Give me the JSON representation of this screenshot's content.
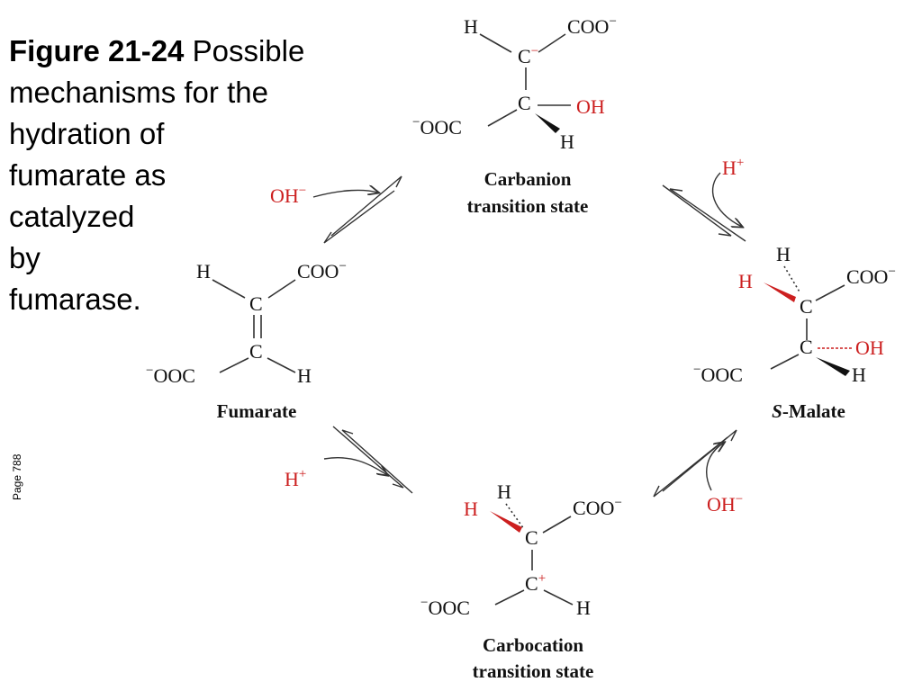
{
  "caption": {
    "figure_number": "Figure 21-24",
    "lines": [
      "Possible",
      "mechanisms for the",
      "hydration of",
      "fumarate as",
      "catalyzed",
      "by",
      "fumarase."
    ]
  },
  "page_label": "Page 788",
  "reagents": {
    "oh": "OH",
    "h": "H",
    "minus": "−",
    "plus": "+"
  },
  "molecules": {
    "carbanion": {
      "name_line1": "Carbanion",
      "name_line2": "transition state",
      "atoms": {
        "h_top": "H",
        "coo": "COO",
        "c1": "C",
        "c2": "C",
        "oh": "OH",
        "ooc": "OOC",
        "h_bottom": "H"
      }
    },
    "fumarate": {
      "name": "Fumarate",
      "atoms": {
        "h_top": "H",
        "coo": "COO",
        "c1": "C",
        "c2": "C",
        "ooc": "OOC",
        "h_bottom": "H"
      }
    },
    "malate": {
      "name_prefix": "S",
      "name_suffix": "-Malate",
      "atoms": {
        "h_top": "H",
        "h_red": "H",
        "coo": "COO",
        "c1": "C",
        "c2": "C",
        "oh": "OH",
        "ooc": "OOC",
        "h_bottom": "H"
      }
    },
    "carbocation": {
      "name_line1": "Carbocation",
      "name_line2": "transition state",
      "atoms": {
        "h_top": "H",
        "h_red": "H",
        "coo": "COO",
        "c1": "C",
        "c2": "C",
        "ooc": "OOC",
        "h_bottom": "H"
      }
    }
  },
  "colors": {
    "highlight": "#cc1f1f",
    "text": "#111111"
  }
}
